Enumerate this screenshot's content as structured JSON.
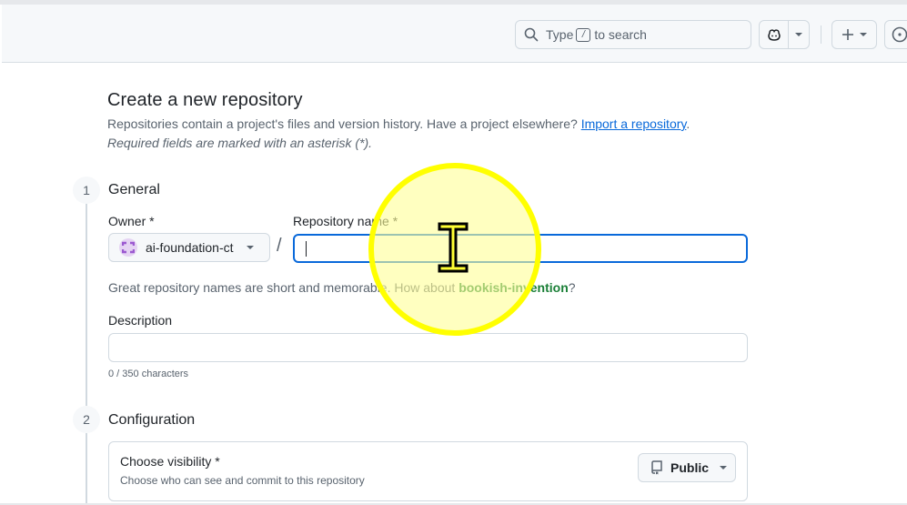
{
  "header": {
    "search": {
      "prefix": "Type",
      "key": "/",
      "suffix": "to search"
    },
    "icons": [
      "search-icon",
      "copilot-icon",
      "chevron-down-icon",
      "plus-icon",
      "issues-icon"
    ]
  },
  "page": {
    "title": "Create a new repository",
    "subtitle": "Repositories contain a project's files and version history. Have a project elsewhere?",
    "import_link": "Import a repository",
    "subtitle_end": ".",
    "required_note": "Required fields are marked with an asterisk (*)."
  },
  "steps": [
    {
      "number": "1",
      "title": "General"
    },
    {
      "number": "2",
      "title": "Configuration"
    }
  ],
  "general": {
    "owner_label": "Owner *",
    "owner_value": "ai-foundation-ct",
    "separator": "/",
    "repo_name_label": "Repository name *",
    "repo_name_value": "",
    "hint_prefix": "Great repository names are short and memorable. How about",
    "hint_suggestion": "bookish-invention",
    "hint_suffix": "?",
    "description_label": "Description",
    "description_value": "",
    "description_counter": "0 / 350 characters"
  },
  "configuration": {
    "visibility_title": "Choose visibility *",
    "visibility_subtitle": "Choose who can see and commit to this repository",
    "visibility_value": "Public"
  },
  "colors": {
    "accent": "#0969da",
    "suggestion": "#1a7f37",
    "highlight": "#ffff00"
  }
}
